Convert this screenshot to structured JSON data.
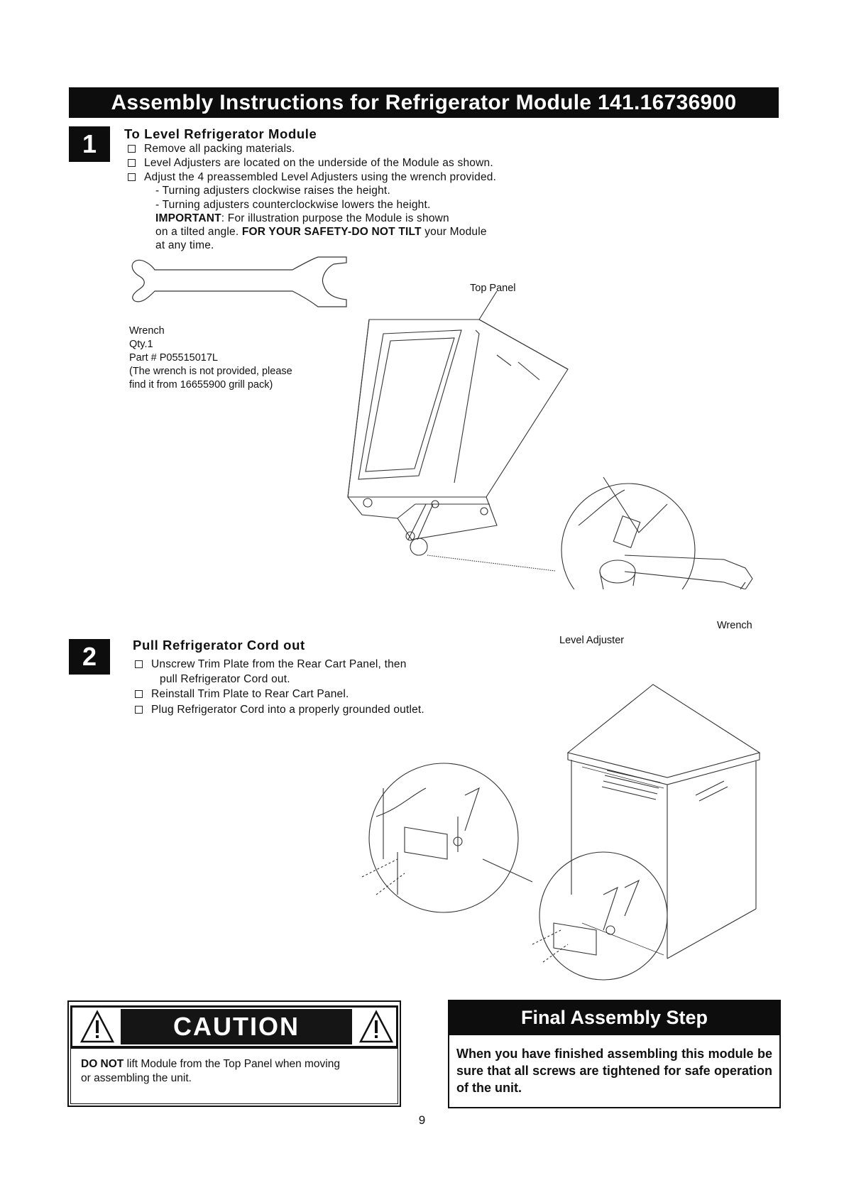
{
  "header": {
    "title": "Assembly Instructions for Refrigerator Module 141.16736900"
  },
  "step1": {
    "number": "1",
    "title": "To Level Refrigerator Module",
    "items": [
      "Remove all packing materials.",
      "Level Adjusters are located on the underside of the Module as shown.",
      "Adjust the 4 preassembled Level Adjusters using the wrench provided."
    ],
    "sub": [
      "- Turning adjusters clockwise raises the height.",
      "- Turning adjusters counterclockwise lowers the height."
    ],
    "important_label": "IMPORTANT",
    "important_text1": ": For illustration purpose the Module is shown",
    "important_text2a": "on a tilted angle. ",
    "important_bold": "FOR YOUR SAFETY-DO NOT TILT",
    "important_text2b": " your Module",
    "important_text3": "at any time."
  },
  "wrench_info": {
    "name": "Wrench",
    "qty": "Qty.1",
    "part": "Part # P05515017L",
    "note1": "(The wrench is not provided, please",
    "note2": "find it from 16655900 grill pack)"
  },
  "labels": {
    "top_panel": "Top Panel",
    "wrench": "Wrench",
    "level_adjuster": "Level Adjuster"
  },
  "step2": {
    "number": "2",
    "title": "Pull Refrigerator Cord out",
    "item1a": "Unscrew Trim Plate from the Rear Cart Panel, then",
    "item1b": "pull Refrigerator Cord out.",
    "item2": "Reinstall Trim Plate to Rear Cart Panel.",
    "item3": "Plug Refrigerator Cord into a properly grounded outlet."
  },
  "caution": {
    "title": "CAUTION",
    "bold": "DO NOT",
    "text1": " lift Module from the Top Panel when moving",
    "text2": "or assembling the unit."
  },
  "final": {
    "title": "Final Assembly Step",
    "text": "When you have finished assembling this module be sure that all screws are tightened for safe operation of the unit."
  },
  "page_number": "9"
}
